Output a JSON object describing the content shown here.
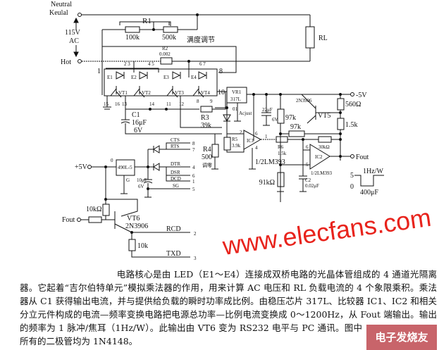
{
  "mains": {
    "neutral": "Neutral",
    "neutral2": "Keulal",
    "voltage": "115V",
    "ac": "AC",
    "hot": "Hot",
    "load": "RL"
  },
  "r1": {
    "label": "R1",
    "fixed": "100k",
    "pot": "500k",
    "note": "满度调节"
  },
  "r2": {
    "label": "R2",
    "value": "0.002"
  },
  "opto": {
    "pins": [
      "1",
      "2 3",
      "4 5",
      "6 7",
      "8",
      "15",
      "16",
      "13",
      "14",
      "11",
      "12",
      "8",
      "9",
      "10"
    ],
    "leds": [
      "E1",
      "E2",
      "E3",
      "E4"
    ],
    "transistors": [
      "VT1",
      "VT2",
      "VT3",
      "VT4"
    ]
  },
  "vr1": {
    "label": "VR1",
    "part": "317L",
    "adjust": "Acjust",
    "d1": "01"
  },
  "c1": {
    "label": "C1",
    "value": "16μF",
    "volt": "6V"
  },
  "r3": {
    "label": "R3",
    "value": "39k"
  },
  "r4": {
    "label": "R4",
    "value": "500",
    "note": "调零"
  },
  "r5": {
    "label": "R5",
    "value": "3.9k"
  },
  "ic1": {
    "label": "IC1",
    "part": "1/2LM393",
    "pins": [
      "2",
      "6",
      "4",
      "1"
    ]
  },
  "supply": {
    "label": "-5V",
    "cap": "22μF",
    "capv": "6V",
    "r97a": "97k",
    "r97b": "97k",
    "vt5": "VT5",
    "vt5part": "2N3906",
    "r560": "560Ω",
    "r15": "1.5k"
  },
  "r6": {
    "label": "R6",
    "value": "1.5k"
  },
  "r7": {
    "label": "R7",
    "value": "30kΩ"
  },
  "ic2": {
    "label": "IC2",
    "part": "1/2LM393",
    "pins": [
      "6",
      "5"
    ]
  },
  "c2": {
    "label": "C2",
    "value": "0.02μF"
  },
  "r91": "91kΩ",
  "fout": "Fout",
  "waveform": {
    "title": "1Hz/W",
    "high": "5",
    "low": "0",
    "width": "400μF"
  },
  "rs232": {
    "vin": "+5V",
    "reg": "490L-5",
    "reg_in": "0",
    "reg_g": "G",
    "cap": "10μF",
    "capv": "6V",
    "signals": [
      {
        "name": "CTS",
        "pin": "8"
      },
      {
        "name": "RTS",
        "pin": "7"
      },
      {
        "name": "DTR",
        "pin": "4"
      },
      {
        "name": "DSR",
        "pin": "6"
      },
      {
        "name": "DCD",
        "pin": "1"
      },
      {
        "name": "SG",
        "pin": "5"
      },
      {
        "name": "RCD",
        "pin": "2"
      },
      {
        "name": "TXD",
        "pin": "3"
      }
    ],
    "r10k_base": "10kΩ",
    "fout": "Fout",
    "vt6": "VT6",
    "vt6part": "2N3906",
    "r10k": "10k"
  },
  "watermark": "www.elecfans.com",
  "description": "电路核心是由 LED（E1～E4）连接成双桥电路的光晶体管组成的 4 通道光隔离器。它起着“吉尔伯特单元”模拟乘法器的作用，用来计算 AC 电压和 RL 负载电流的 4 个象限乘积。乘法器从 C1 获得输出电流，并与提供给负载的瞬时功率成比例。由稳压芯片 317L、比较器 IC1、IC2 和相关分立元件构成的电流—频率变换电路把电源总功率—比例电流变换成 0～1200Hz，从 Fout 端输出。输出的频率为 1 脉冲/焦耳（1Hz/W）。此输出由 VT6 变为 RS232 电平与 PC 通讯。图中所有的二极管均为 1N4148。",
  "logo": "电子发烧友"
}
